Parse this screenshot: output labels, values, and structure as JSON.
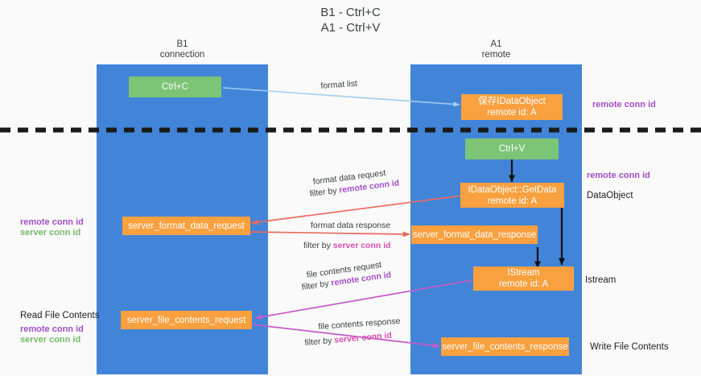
{
  "title": {
    "line1": "B1 - Ctrl+C",
    "line2": "A1 - Ctrl+V"
  },
  "lanes": [
    {
      "id": "b1",
      "name": "B1",
      "sub": "connection"
    },
    {
      "id": "a1",
      "name": "A1",
      "sub": "remote"
    }
  ],
  "boxes": {
    "ctrl_c": "Ctrl+C",
    "ctrl_v": "Ctrl+V",
    "dataobject_saved_l1": "保存IDataObject",
    "dataobject_saved_l2": "remote id: A",
    "getdata_l1": "IDataObject::GetData",
    "getdata_l2": "remote id: A",
    "istream_l1": "IStream",
    "istream_l2": "remote id: A",
    "server_format_data_request": "server_format_data_request",
    "server_format_data_response": "server_format_data_response",
    "server_file_contents_request": "server_file_contents_request",
    "server_file_contents_response": "server_file_contents_response"
  },
  "arrow_labels": {
    "format_list": "format list",
    "format_data_request": "format data request",
    "format_data_request_filter_pre": "filter by ",
    "format_data_request_filter_key": "remote conn id",
    "format_data_response": "format data response",
    "format_data_response_filter_pre": "filter by ",
    "format_data_response_filter_key": "server conn id",
    "file_contents_request": "file contents request",
    "file_contents_request_filter_pre": "filter by ",
    "file_contents_request_filter_key": "remote conn id",
    "file_contents_response": "file contents response",
    "file_contents_response_filter_pre": "filter by ",
    "file_contents_response_filter_key": "server conn id"
  },
  "side_labels": {
    "right_remote_conn_id_top": "remote conn id",
    "right_remote_conn_id_mid": "remote conn id",
    "right_dataobject": "DataObject",
    "right_istream": "Istream",
    "right_write_file_contents": "Write File Contents",
    "left_remote_conn_id_mid": "remote conn id",
    "left_server_conn_id_mid": "server conn id",
    "left_read_file_contents": "Read File Contents",
    "left_remote_conn_id_bottom": "remote conn id",
    "left_server_conn_id_bottom": "server conn id"
  },
  "colors": {
    "lane": "#4285d8",
    "box_green": "#7cc576",
    "box_orange": "#f9a03f",
    "purple": "#a14fc4",
    "green_text": "#78b96a",
    "magenta": "#d64fb0",
    "arrow_red": "#ea6a5e",
    "arrow_lightblue": "#a4cdf0",
    "arrow_black": "#1a1a1a",
    "background": "#fafafa"
  }
}
